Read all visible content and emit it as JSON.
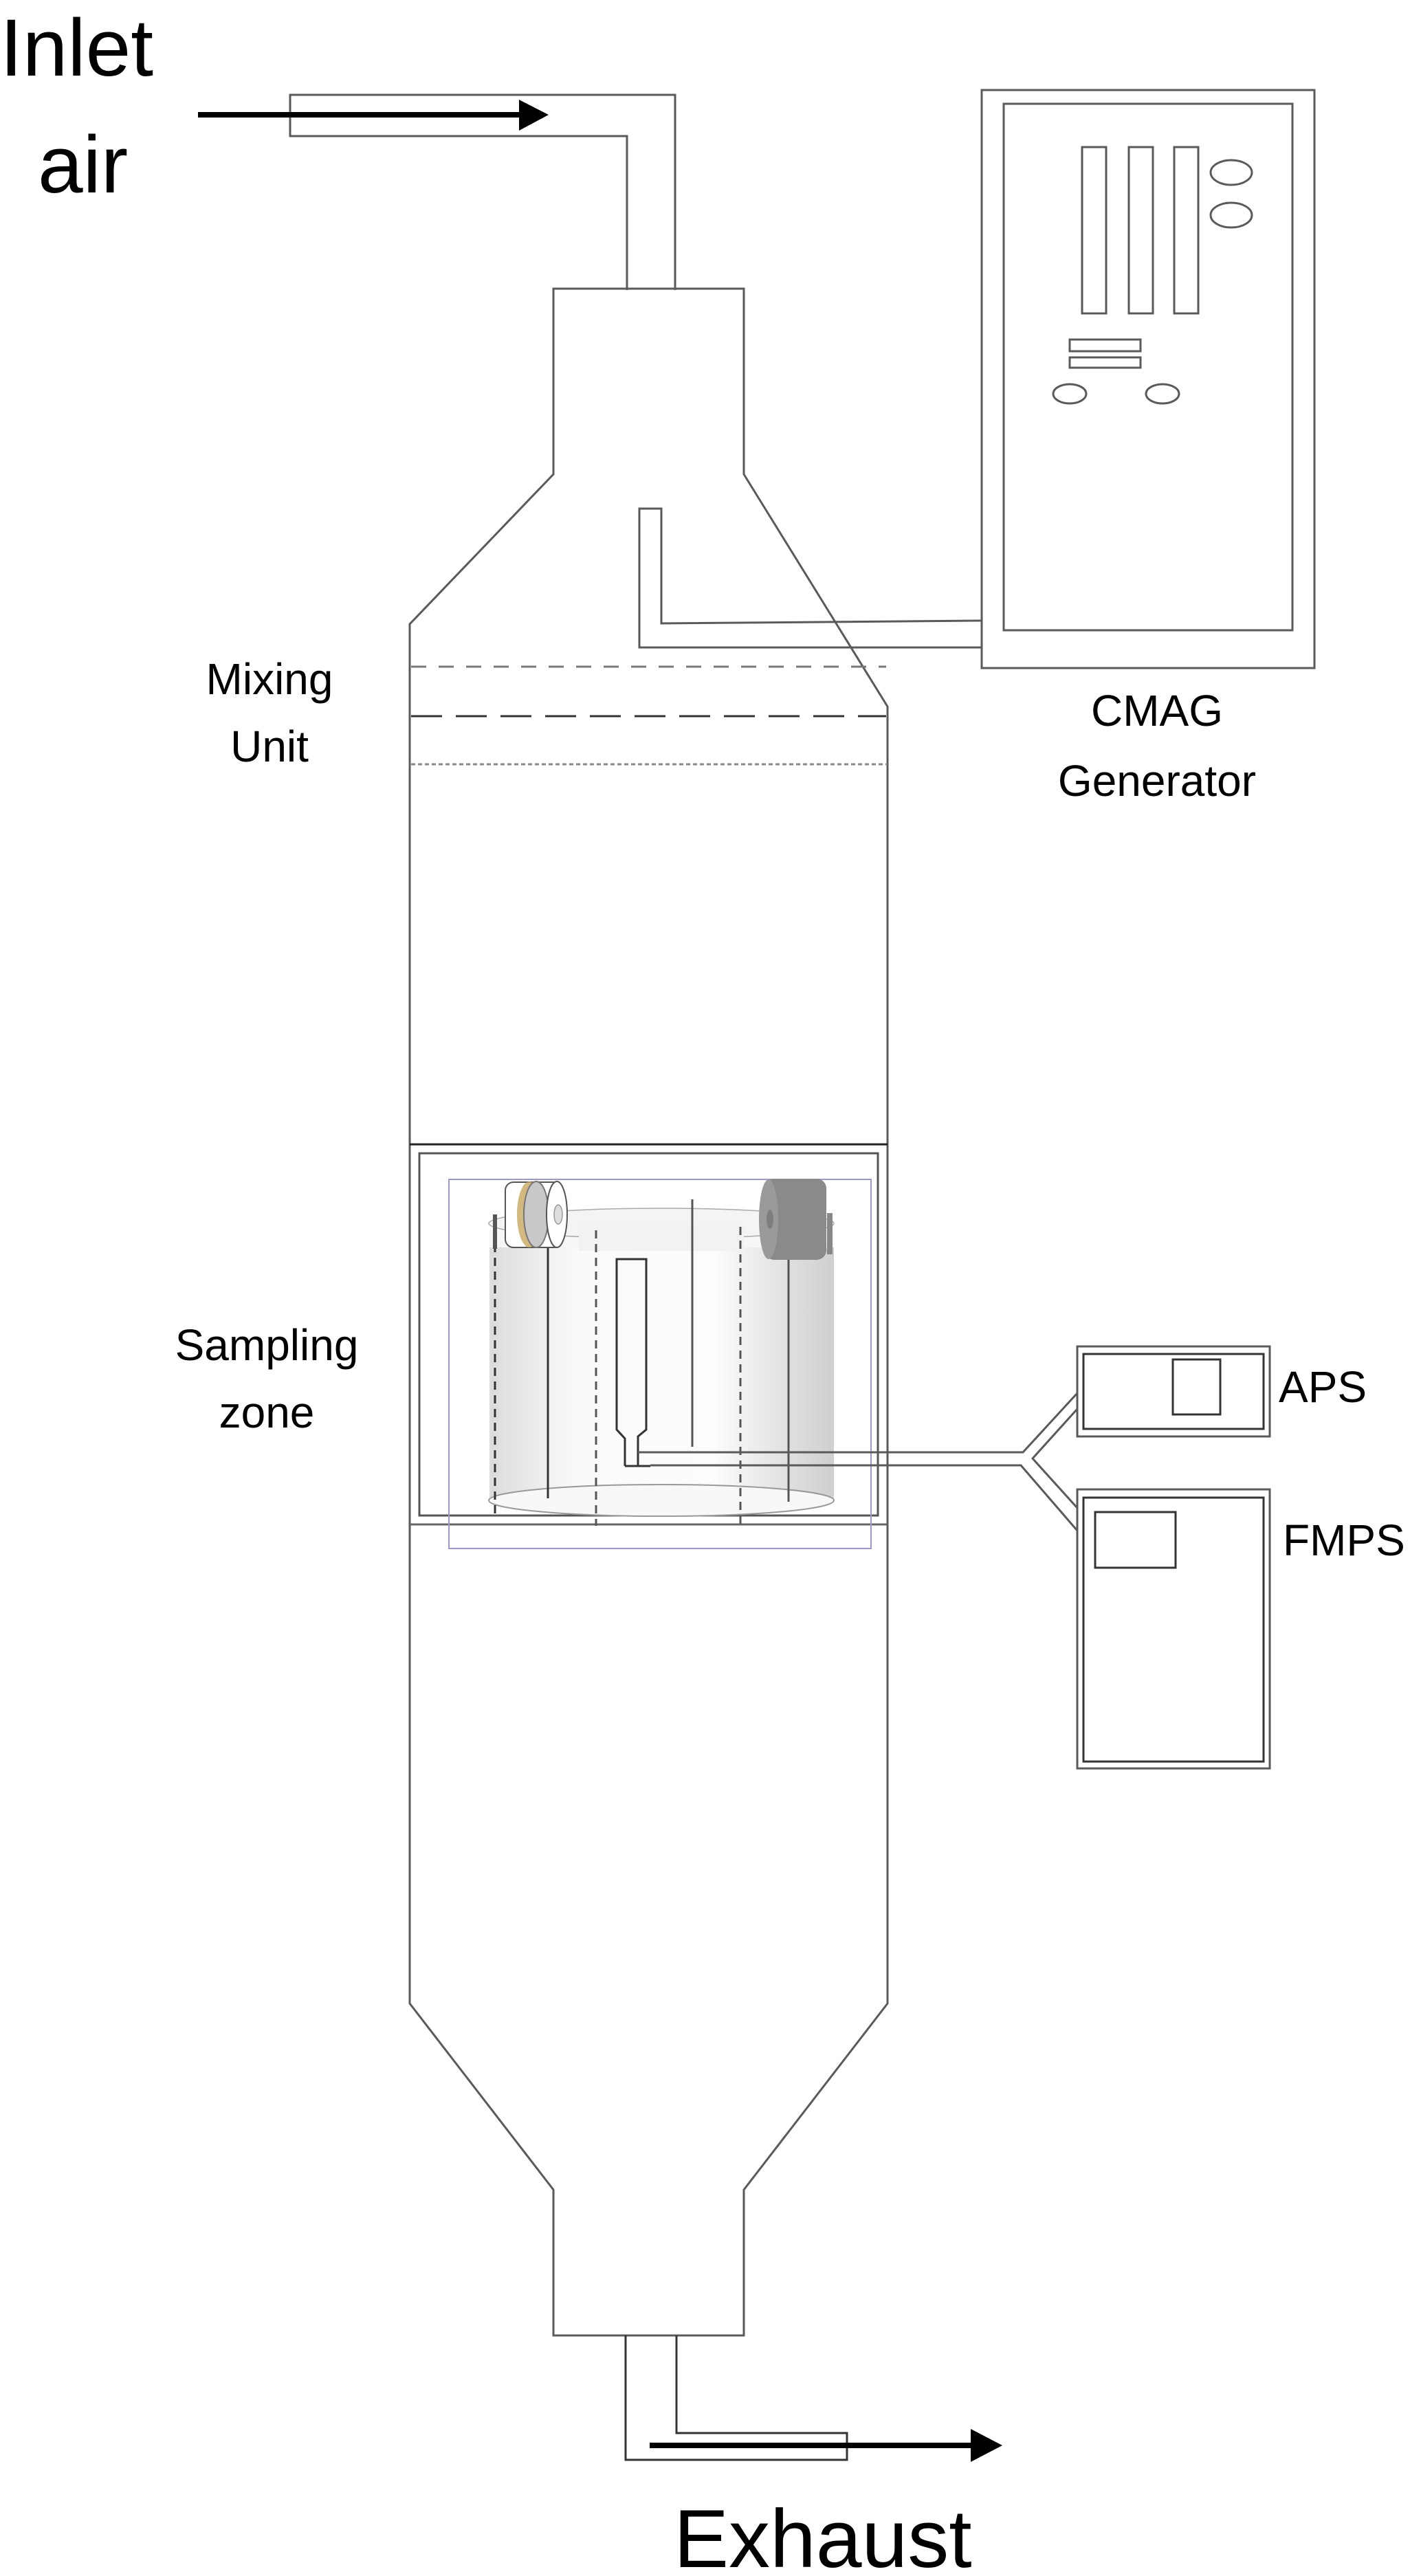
{
  "figure": {
    "labels": {
      "inlet_line1": "Inlet",
      "inlet_line2": "air",
      "mixing_line1": "Mixing",
      "mixing_line2": "Unit",
      "cmag_line1": "CMAG",
      "cmag_line2": "Generator",
      "sampling_line1": "Sampling",
      "sampling_line2": "zone",
      "aps": "APS",
      "fmps": "FMPS",
      "exhaust": "Exhaust"
    },
    "colors": {
      "line": "#5a5a5a",
      "dark_line": "#333333",
      "frame_purple": "#9a9ac8",
      "filter_gold": "#c8a860",
      "sampler_dark": "#888888",
      "cylinder_fill": "#e6e6e6"
    }
  }
}
